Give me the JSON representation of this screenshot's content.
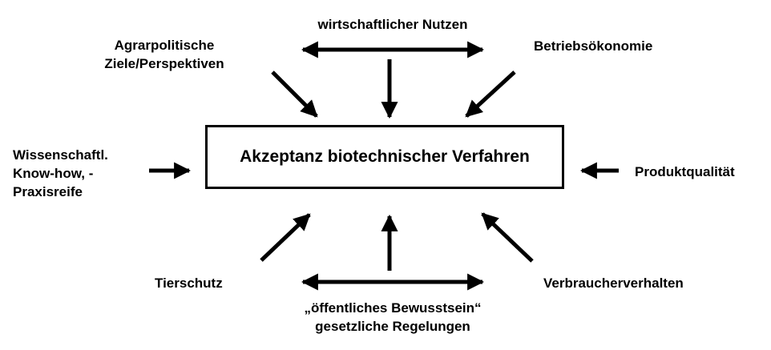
{
  "center": {
    "title": "Akzeptanz biotechnischer Verfahren"
  },
  "factors": {
    "top": "wirtschaftlicher Nutzen",
    "top_left": [
      "Agrarpolitische",
      "Ziele/Perspektiven"
    ],
    "top_right": "Betriebsökonomie",
    "left": [
      "Wissenschaftl.",
      "Know-how, -",
      "Praxisreife"
    ],
    "right": "Produktqualität",
    "bottom_left": "Tierschutz",
    "bottom": [
      "„öffentliches Bewusstsein“",
      "gesetzliche Regelungen"
    ],
    "bottom_right": "Verbraucherverhalten"
  }
}
